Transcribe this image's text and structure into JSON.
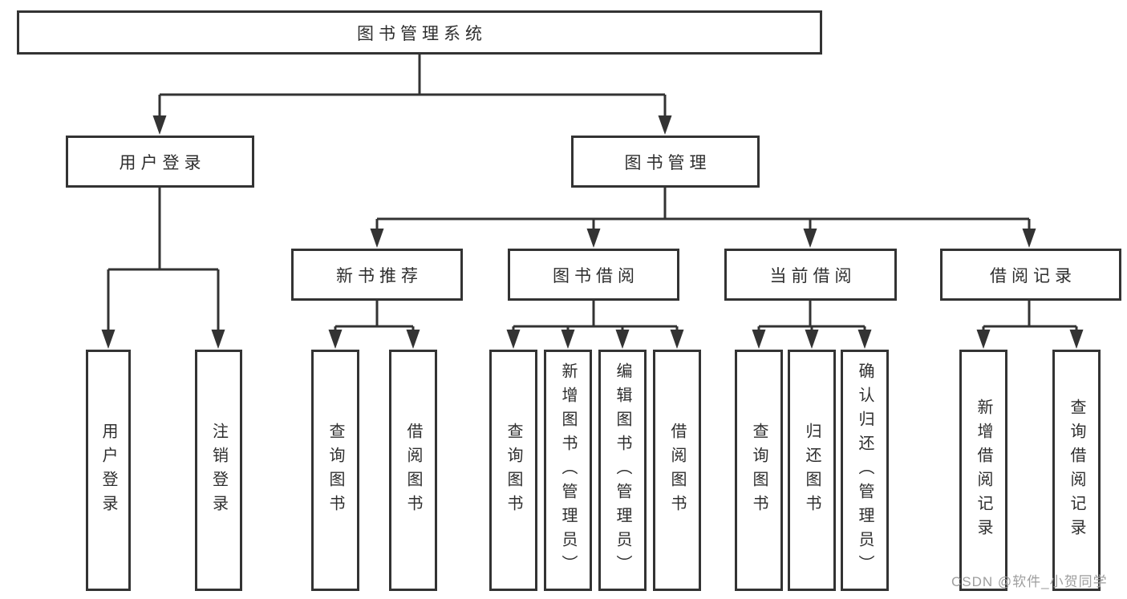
{
  "diagram": {
    "root": {
      "label": "图书管理系统"
    },
    "level2": [
      {
        "label": "用户登录"
      },
      {
        "label": "图书管理"
      }
    ],
    "level3": [
      {
        "label": "新书推荐"
      },
      {
        "label": "图书借阅"
      },
      {
        "label": "当前借阅"
      },
      {
        "label": "借阅记录"
      }
    ],
    "leaves": {
      "login": [
        {
          "label": "用户登录"
        },
        {
          "label": "注销登录"
        }
      ],
      "recommend": [
        {
          "label": "查询图书"
        },
        {
          "label": "借阅图书"
        }
      ],
      "borrow": [
        {
          "label": "查询图书"
        },
        {
          "label": "新增图书（管理员）"
        },
        {
          "label": "编辑图书（管理员）"
        },
        {
          "label": "借阅图书"
        }
      ],
      "current": [
        {
          "label": "查询图书"
        },
        {
          "label": "归还图书"
        },
        {
          "label": "确认归还（管理员）"
        }
      ],
      "records": [
        {
          "label": "新增借阅记录"
        },
        {
          "label": "查询借阅记录"
        }
      ]
    }
  },
  "watermark": {
    "text": "CSDN @软件_小贺同学"
  },
  "colors": {
    "line": "#333333",
    "text": "#2e2e2e",
    "watermark": "#9e9e9e",
    "background": "#ffffff"
  }
}
